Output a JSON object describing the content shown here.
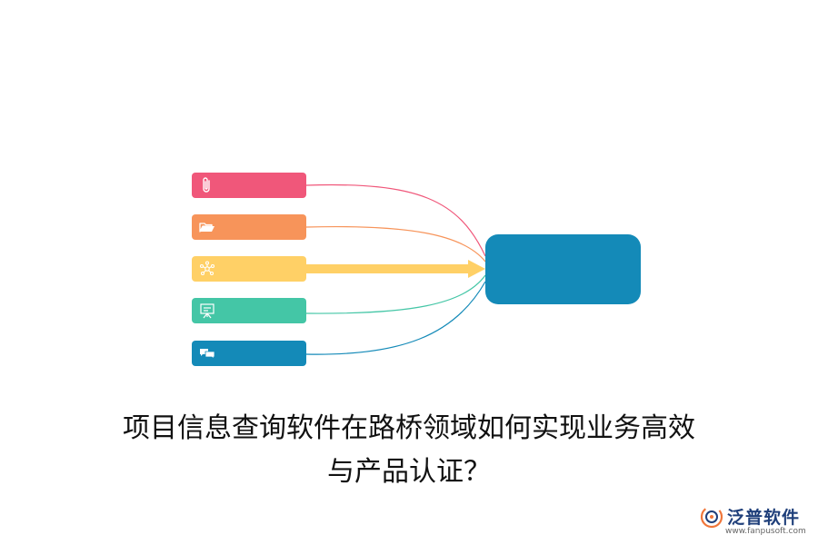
{
  "diagram": {
    "nodes": [
      {
        "icon": "paperclip-icon",
        "color": "#f0577a"
      },
      {
        "icon": "folder-icon",
        "color": "#f7945a"
      },
      {
        "icon": "network-icon",
        "color": "#ffd066"
      },
      {
        "icon": "presentation-icon",
        "color": "#44c6a6"
      },
      {
        "icon": "chat-bubbles-icon",
        "color": "#148ab8"
      }
    ],
    "hub": {
      "color": "#148ab8"
    },
    "highlighted_link": 2
  },
  "title": {
    "line1": "项目信息查询软件在路桥领域如何实现业务高效",
    "line2": "与产品认证？"
  },
  "logo": {
    "brand": "泛普软件",
    "url": "www.fanpusoft.com"
  }
}
